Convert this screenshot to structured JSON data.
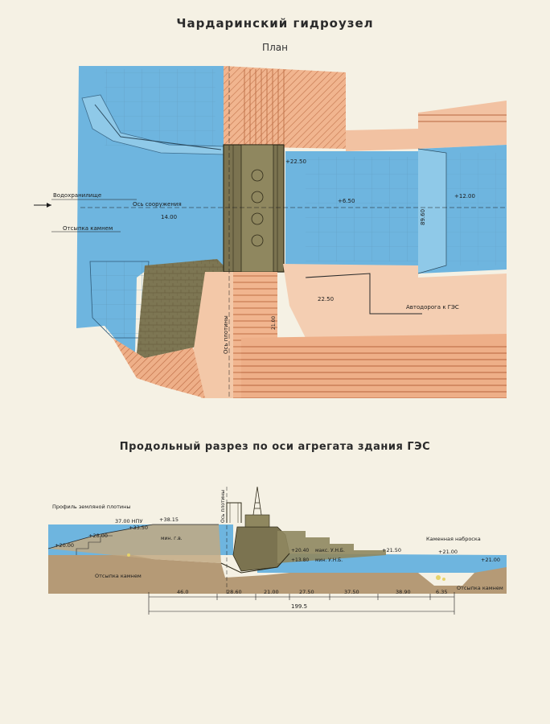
{
  "header": {
    "title": "Чардаринский гидроузел",
    "plan_title": "План"
  },
  "plan": {
    "labels": {
      "reservoir": "Водохранилище",
      "structure_axis": "Ось сооружения",
      "stone_fill": "Отсыпка камнем",
      "dam_axis": "Ось плотины",
      "road": "Автодорога к ГЭС",
      "mark_1400": "14.00",
      "mark_2250_top": "+22.50",
      "mark_650": "+6.50",
      "mark_8960": "89.60",
      "mark_1200": "+12.00",
      "mark_2250_road": "22.50",
      "dam_pier": "21.00"
    }
  },
  "section": {
    "title": "Продольный разрез по оси агрегата здания ГЭС",
    "labels": {
      "earth_dam_profile": "Профиль земляной плотины",
      "npu": "37.00 НПУ",
      "mark_3815": "+38.15",
      "mark_3350": "+33.50",
      "mark_2800": "+28.00",
      "mark_2000": "+20.00",
      "min_level": "мин. г.в.",
      "stone_fill": "Отсыпка камнем",
      "dam_axis": "Ось плотины",
      "mark_2040": "+20.40",
      "mark_1380": "+13.80",
      "max_unb": "макс. У.Н.Б.",
      "min_unb": "мин. У.Н.Б.",
      "rockfill": "Каменная наброска",
      "mark_2150": "+21.50",
      "mark_2100a": "+21.00",
      "mark_2100b": "+21.00",
      "stone_fill_right": "Отсыпка камнем"
    },
    "dimensions": [
      "46.0",
      "28.60",
      "21.00",
      "27.50",
      "37.50",
      "38.90",
      "6.35"
    ],
    "total_length": "199.5"
  }
}
